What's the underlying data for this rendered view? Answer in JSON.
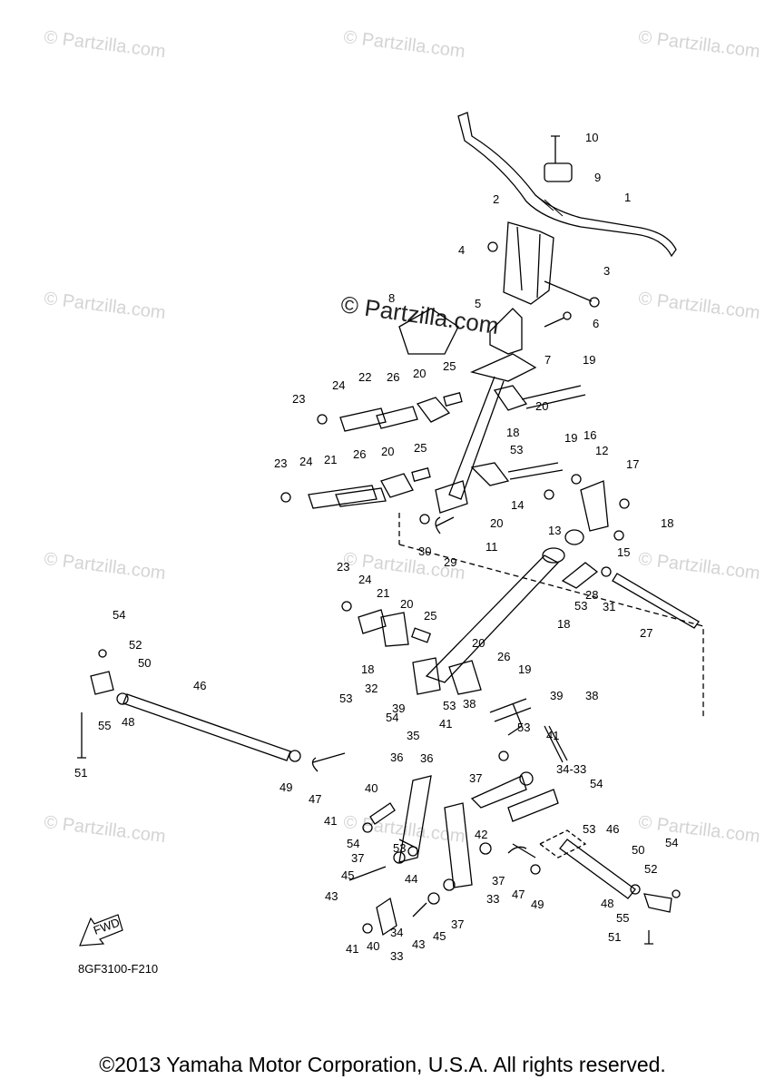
{
  "watermark": "© Partzilla.com",
  "main_watermark": "© Partzilla.com",
  "diagram_code": "8GF3100-F210",
  "copyright": "©2013 Yamaha Motor Corporation, U.S.A. All rights reserved.",
  "fwd_label": "FWD",
  "part_callouts": [
    "1",
    "2",
    "3",
    "4",
    "5",
    "6",
    "7",
    "8",
    "9",
    "10",
    "11",
    "12",
    "13",
    "14",
    "15",
    "16",
    "17",
    "18",
    "19",
    "20",
    "21",
    "22",
    "23",
    "24",
    "25",
    "26",
    "27",
    "28",
    "29",
    "30",
    "31",
    "32",
    "33",
    "34",
    "35",
    "36",
    "37",
    "38",
    "39",
    "40",
    "41",
    "42",
    "43",
    "44",
    "45",
    "46",
    "47",
    "48",
    "49",
    "50",
    "51",
    "52",
    "53",
    "54",
    "55"
  ],
  "labels": [
    "10",
    "9",
    "1",
    "2",
    "4",
    "3",
    "6",
    "8",
    "5",
    "7",
    "19",
    "22",
    "26",
    "20",
    "25",
    "24",
    "23",
    "20",
    "18",
    "53",
    "19",
    "16",
    "12",
    "17",
    "21",
    "26",
    "20",
    "25",
    "23",
    "24",
    "14",
    "20",
    "18",
    "13",
    "30",
    "29",
    "11",
    "15",
    "23",
    "24",
    "21",
    "20",
    "25",
    "28",
    "31",
    "53",
    "18",
    "27",
    "54",
    "52",
    "50",
    "46",
    "48",
    "55",
    "51",
    "20",
    "26",
    "18",
    "19",
    "32",
    "39",
    "53",
    "38",
    "53",
    "54",
    "39",
    "38",
    "41",
    "35",
    "53",
    "41",
    "36",
    "36",
    "37",
    "34-33",
    "54",
    "40",
    "49",
    "47",
    "41",
    "54",
    "53",
    "53",
    "42",
    "46",
    "54",
    "37",
    "45",
    "44",
    "37",
    "47",
    "49",
    "50",
    "52",
    "43",
    "33",
    "48",
    "55",
    "34",
    "45",
    "43",
    "37",
    "51",
    "41",
    "40",
    "33"
  ]
}
